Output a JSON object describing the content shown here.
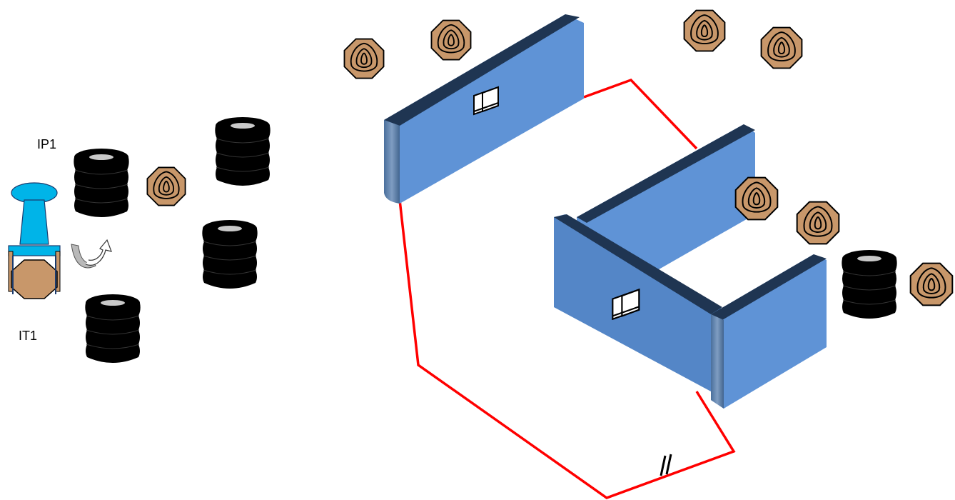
{
  "labels": {
    "ip1": "IP1",
    "it1": "IT1"
  },
  "icons": {
    "barrel": "black-tire-stack-icon",
    "target": "octagon-target-icon",
    "window": "window-icon",
    "robot": "robot-arm-icon",
    "rotate": "curved-rotate-arrow-icon",
    "door": "door-gap-marker"
  },
  "colors": {
    "wall_front": "#5b8fd1",
    "wall_top": "#1f3552",
    "boundary": "#ff0000",
    "target_fill": "#c8976a",
    "barrel": "#000000",
    "robot": "#00b4e8"
  }
}
